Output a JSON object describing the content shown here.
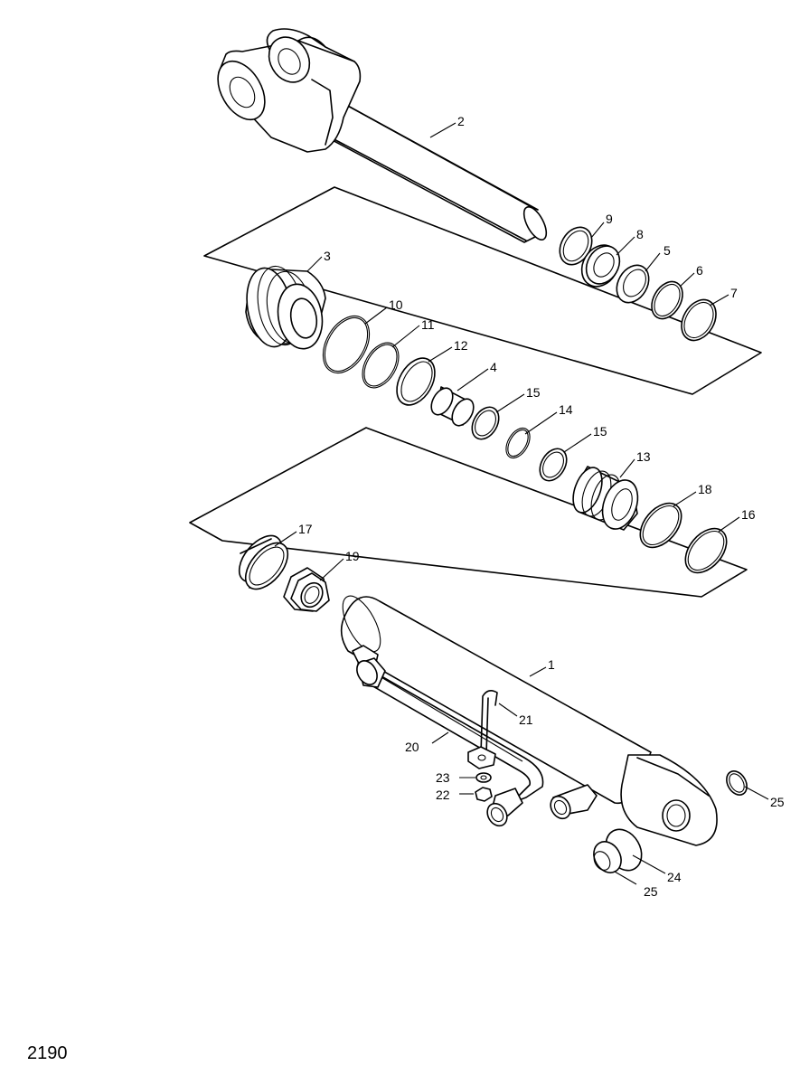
{
  "diagram": {
    "page_number": "2190",
    "callouts": {
      "c1": "1",
      "c2": "2",
      "c3": "3",
      "c4": "4",
      "c5": "5",
      "c6": "6",
      "c7": "7",
      "c8": "8",
      "c9": "9",
      "c10": "10",
      "c11": "11",
      "c12": "12",
      "c13": "13",
      "c14": "14",
      "c15a": "15",
      "c15b": "15",
      "c16": "16",
      "c17": "17",
      "c18": "18",
      "c19": "19",
      "c20": "20",
      "c21": "21",
      "c22": "22",
      "c23": "23",
      "c24": "24",
      "c25a": "25",
      "c25b": "25"
    }
  }
}
